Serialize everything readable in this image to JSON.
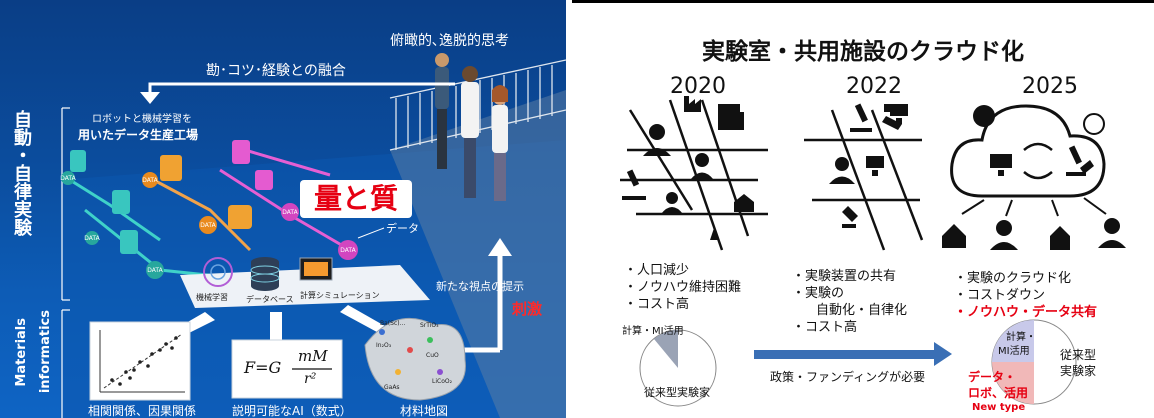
{
  "left": {
    "overview_thinking": "俯瞰的､逸脱的思考",
    "fusion": "勘･コツ･経験との融合",
    "vertical_top": "自動・自律実験",
    "vertical_bottom_1": "Materials",
    "vertical_bottom_2": "informatics",
    "factory_line1": "ロボットと機械学習を",
    "factory_line2": "用いたデータ生産工場",
    "quantity_quality": "量と質",
    "data_label": "データ",
    "data_tag": "DATA",
    "new_viewpoint": "新たな視点の提示",
    "stimulus": "刺激",
    "ml_label": "機械学習",
    "db_label": "データベース",
    "sim_label": "計算シミュレーション",
    "formula_left": "F=G",
    "formula_num": "mM",
    "formula_den": "r²",
    "caption_correlation": "相関関係、因果関係",
    "caption_ai": "説明可能なAI（数式）",
    "caption_map": "材料地図",
    "map_labels": [
      "Ba(Sc)…",
      "SrTiO₃",
      "In₂O₃",
      "CuO",
      "GaAs",
      "LiCoO₂"
    ]
  },
  "right": {
    "title": "実験室・共用施設のクラウド化",
    "years": [
      "2020",
      "2022",
      "2025"
    ],
    "bullets_2020": [
      "・人口減少",
      "・ノウハウ維持困難",
      "・コスト高"
    ],
    "bullets_2022": [
      "・実験装置の共有",
      "・実験の",
      "自動化・自律化",
      "・コスト高"
    ],
    "bullets_2025": [
      "・実験のクラウド化",
      "・コストダウン",
      "・ノウハウ・データ共有"
    ],
    "pie1_label_top": "計算・MI活用",
    "pie1_label_bottom": "従来型実験家",
    "arrow_text": "政策・ファンディングが必要",
    "pie2_label_top_1": "計算・",
    "pie2_label_top_2": "MI活用",
    "pie2_label_right_1": "従来型",
    "pie2_label_right_2": "実験家",
    "pie2_label_red_1": "データ・",
    "pie2_label_red_2": "ロボ、活用",
    "pie2_new_type": "New type",
    "colors": {
      "red": "#e60012",
      "arrow": "#3a6fb5",
      "dark": "#111111"
    }
  }
}
